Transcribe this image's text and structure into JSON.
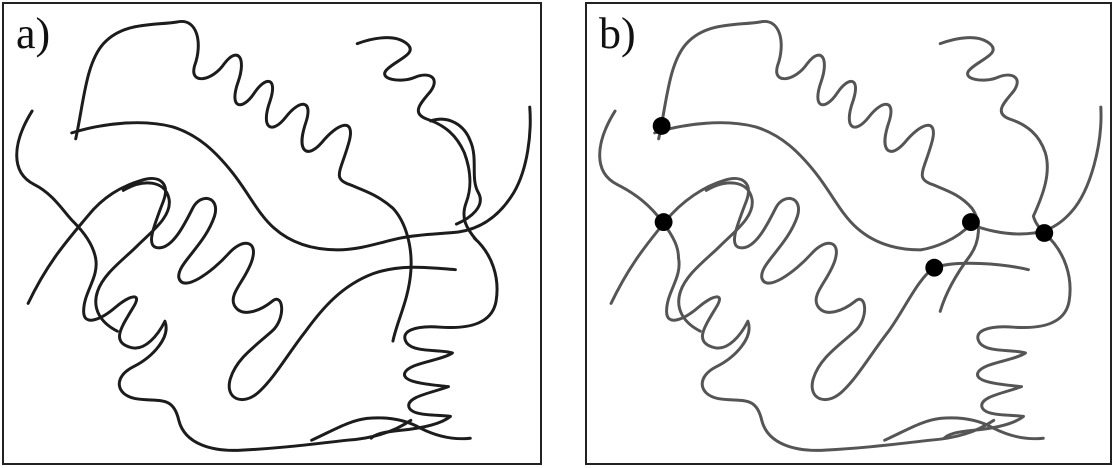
{
  "panels": [
    {
      "label": "a)",
      "chain_count": 9,
      "crosslink_count": 0
    },
    {
      "label": "b)",
      "chain_count": 9,
      "crosslink_count": 5
    }
  ],
  "colors": {
    "panel_a_chains": "#1c1c1c",
    "panel_b_chains": "#555555",
    "crosslinks": "#000000",
    "border": "#222222",
    "background": "#ffffff"
  }
}
